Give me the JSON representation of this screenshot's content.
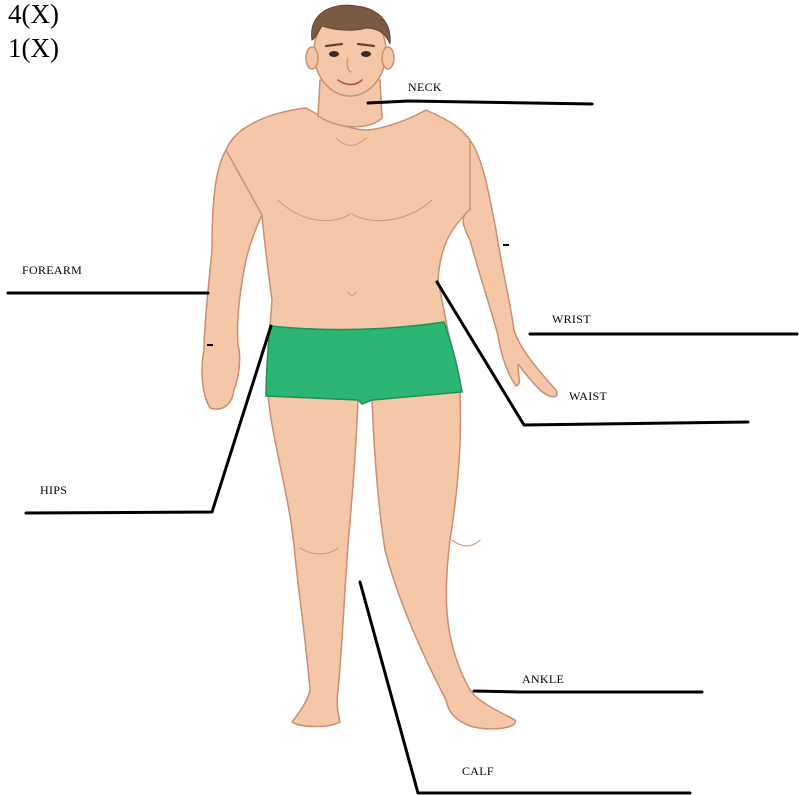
{
  "scores": [
    "4(X)",
    "1(X)"
  ],
  "labels": {
    "neck": "NECK",
    "forearm": "FOREARM",
    "wrist": "WRIST",
    "waist": "WAIST",
    "hips": "HIPS",
    "ankle": "ANKLE",
    "calf": "CALF"
  },
  "colors": {
    "skin": "#f4c7a8",
    "skin_shadow": "#e3a888",
    "skin_outline": "#c98f70",
    "hair": "#7a5a45",
    "shorts": "#2db673",
    "shorts_outline": "#1f8f57",
    "leader_line": "#000000"
  }
}
